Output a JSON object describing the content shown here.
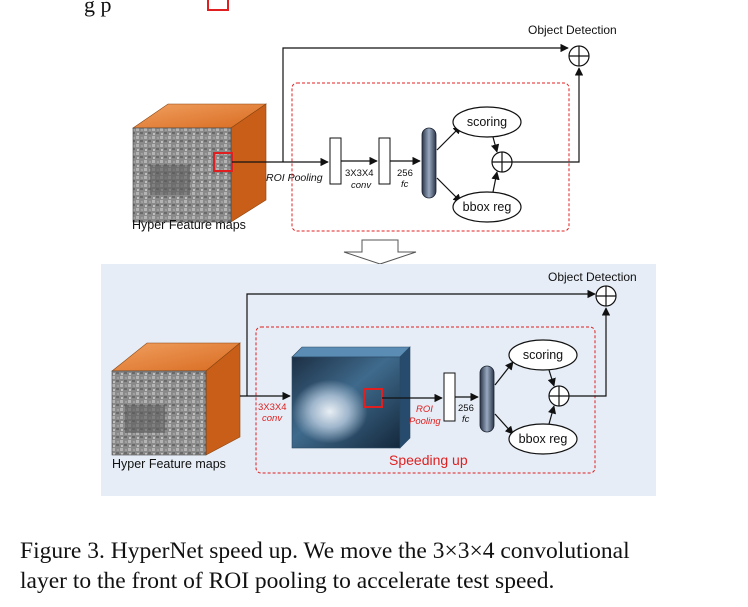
{
  "top_text_fragment": "g p",
  "top_diagram": {
    "label_object_detection": "Object Detection",
    "label_roi_pooling": "ROI Pooling",
    "label_conv_size": "3X3X4",
    "label_conv": "conv",
    "label_fc_size": "256",
    "label_fc": "fc",
    "label_scoring": "scoring",
    "label_bbox_reg": "bbox reg",
    "label_feature_maps": "Hyper Feature maps"
  },
  "bottom_diagram": {
    "label_object_detection": "Object Detection",
    "label_conv_size": "3X3X4",
    "label_conv": "conv",
    "label_roi": "ROI",
    "label_pooling": "Pooling",
    "label_fc_size": "256",
    "label_fc": "fc",
    "label_scoring": "scoring",
    "label_bbox_reg": "bbox reg",
    "label_feature_maps": "Hyper Feature maps",
    "label_speeding_up": "Speeding up"
  },
  "caption": {
    "line1": "Figure 3. HyperNet speed up. We move the 3×3×4 convolutional",
    "line2": "layer to the front of ROI pooling to accelerate test speed."
  },
  "colors": {
    "highlight_red": "#e02020",
    "cube_orange": "#e07a2a",
    "panel_blue": "#e6edf6",
    "dashed_red": "#e02020"
  }
}
